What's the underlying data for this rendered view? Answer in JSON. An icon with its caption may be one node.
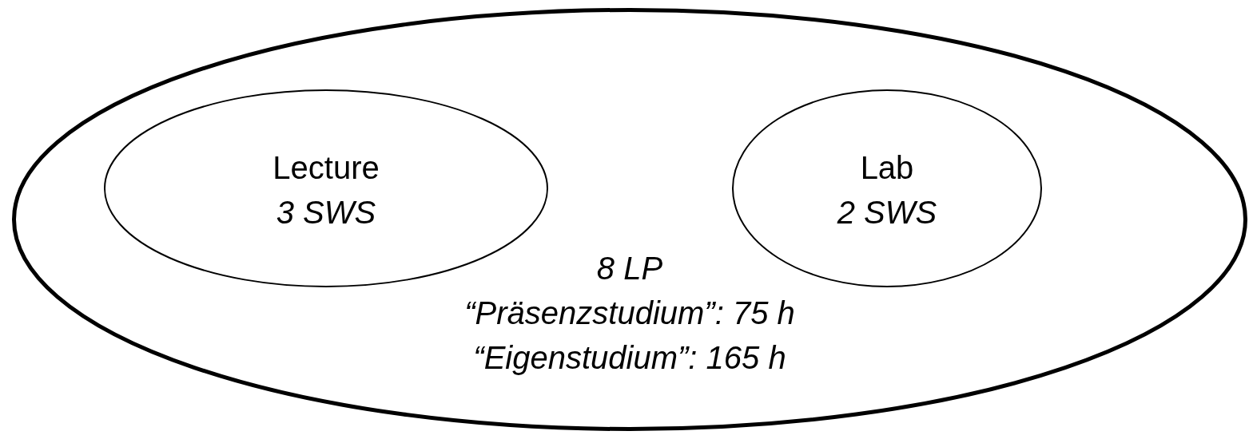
{
  "diagram": {
    "nodes": [
      {
        "text": [
          "8 LP",
          "“Präsenzstudium”: 75 h",
          "“Eigenstudium”: 165 h"
        ]
      },
      {
        "text": [
          "Lecture",
          "3 SWS"
        ],
        "in": 0
      },
      {
        "text": [
          "Lab",
          "2 SWS"
        ],
        "in": 0
      }
    ]
  }
}
